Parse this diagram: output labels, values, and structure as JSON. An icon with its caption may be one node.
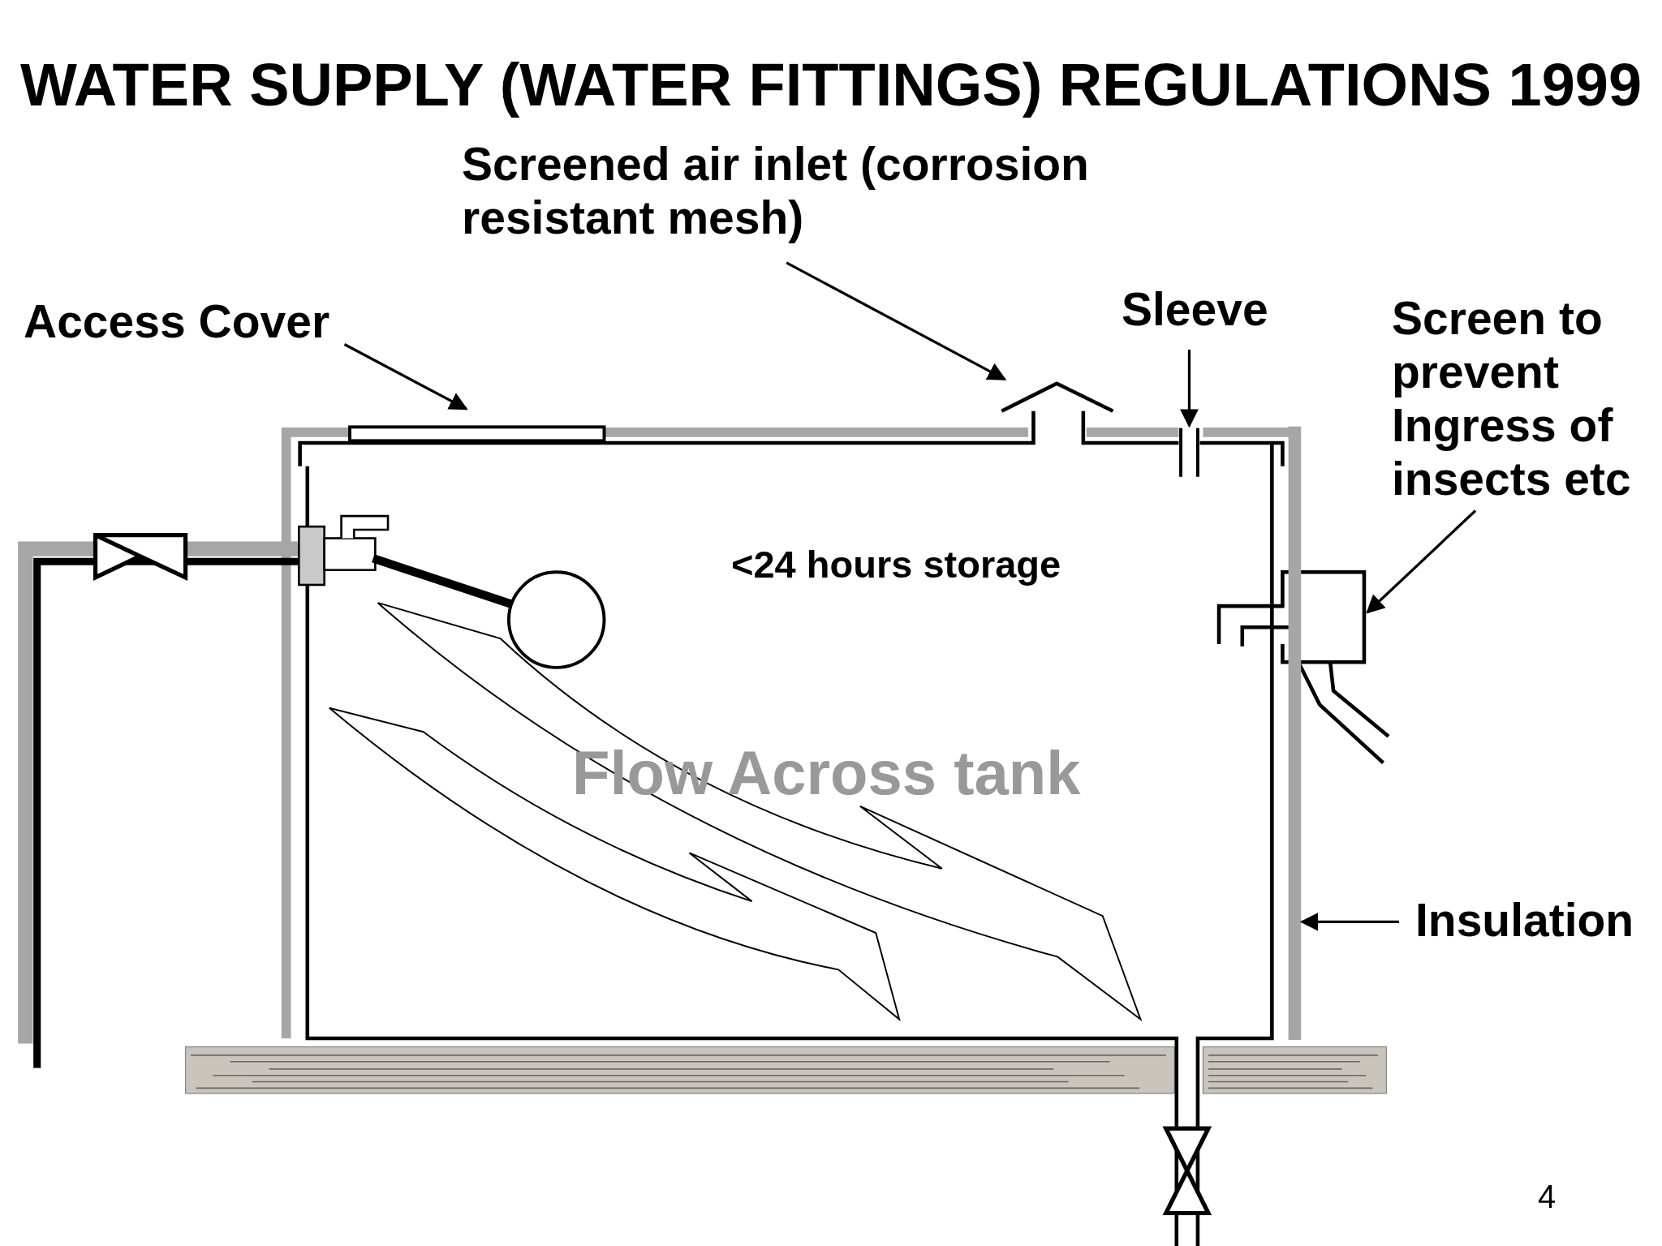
{
  "diagram": {
    "title": "WATER SUPPLY (WATER FITTINGS) REGULATIONS 1999",
    "nodes": [
      {
        "text": [
          "Access Cover"
        ]
      },
      {
        "text": [],
        "shape": "bar"
      },
      {
        "text": [
          "Screened air inlet (corrosion resistant mesh)"
        ]
      },
      {
        "text": [],
        "shape": "box"
      },
      {
        "text": [
          "Sleeve"
        ]
      },
      {
        "text": [],
        "shape": "bar"
      },
      {
        "text": [
          "Screen to prevent Ingress of insects etc"
        ]
      },
      {
        "text": [],
        "shape": "box"
      },
      {
        "text": [
          "Insulation"
        ]
      },
      {
        "text": [],
        "shape": "bar"
      }
    ],
    "edges": [
      {
        "from": 0,
        "to": 1,
        "arrow": "to"
      },
      {
        "from": 2,
        "to": 3,
        "arrow": "to"
      },
      {
        "from": 4,
        "to": 5,
        "arrow": "to"
      },
      {
        "from": 6,
        "to": 7,
        "arrow": "to"
      },
      {
        "from": 8,
        "to": 9,
        "arrow": "to"
      }
    ],
    "labels": [
      "<24 hours storage",
      "Flow Across tank",
      "4"
    ]
  }
}
